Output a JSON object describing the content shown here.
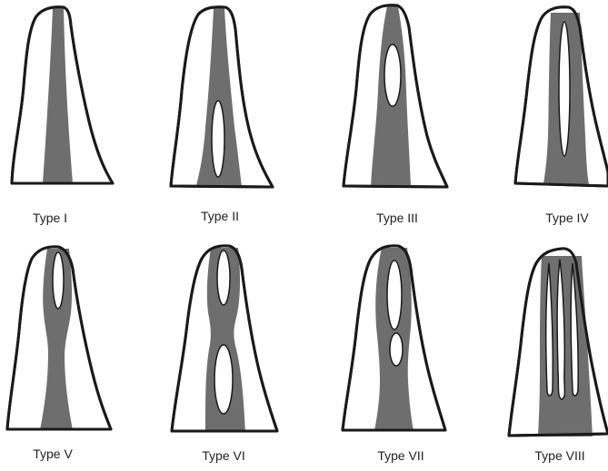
{
  "diagrams": [
    {
      "label": "Type I"
    },
    {
      "label": "Type II"
    },
    {
      "label": "Type III"
    },
    {
      "label": "Type IV"
    },
    {
      "label": "Type V"
    },
    {
      "label": "Type VI"
    },
    {
      "label": "Type VII"
    },
    {
      "label": "Type VIII"
    }
  ],
  "colors": {
    "background": "#ffffff",
    "outline": "#1a1a1a",
    "canal": "#6e6e6e",
    "pulp_space": "#ffffff"
  }
}
